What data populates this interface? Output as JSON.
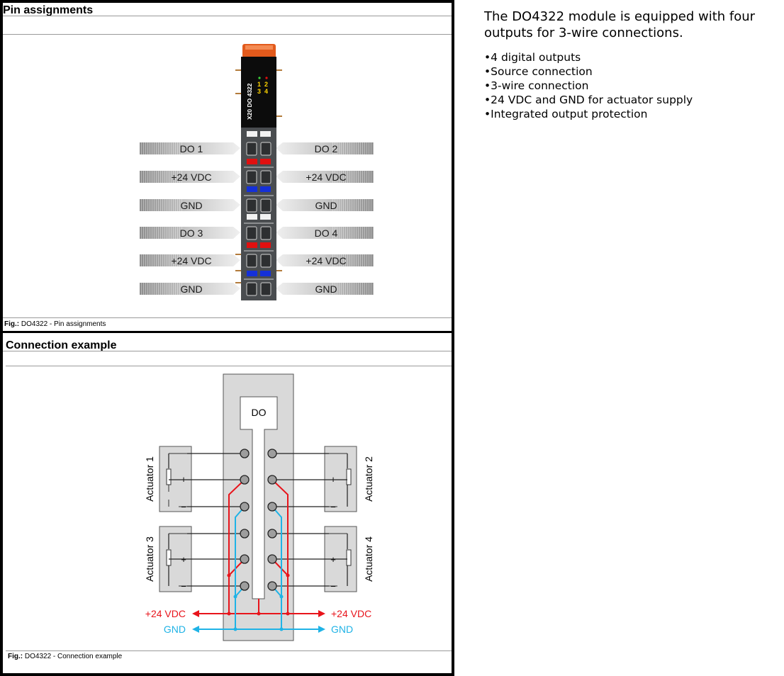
{
  "pin_assignments": {
    "title": "Pin assignments",
    "module_label": "X20 DO 4322",
    "led_labels": [
      "1",
      "2",
      "3",
      "4"
    ],
    "left_labels": [
      "DO 1",
      "+24 VDC",
      "GND",
      "DO 3",
      "+24 VDC",
      "GND"
    ],
    "right_labels": [
      "DO 2",
      "+24 VDC",
      "GND",
      "DO 4",
      "+24 VDC",
      "GND"
    ],
    "caption_prefix": "Fig.:",
    "caption_text": " DO4322 - Pin assignments"
  },
  "connection_example": {
    "title": "Connection example",
    "module_label": "DO",
    "actuators": [
      "Actuator 1",
      "Actuator 2",
      "Actuator 3",
      "Actuator 4"
    ],
    "plus": "+",
    "minus": "−",
    "supply_label": "+24 VDC",
    "gnd_label": "GND",
    "caption_prefix": "Fig.:",
    "caption_text": " DO4322 - Connection example"
  },
  "description": {
    "intro": "The DO4322 module is equipped with four outputs for 3-wire connections.",
    "features": [
      "4 digital outputs",
      "Source connection",
      "3-wire connection",
      "24 VDC and GND for actuator supply",
      "Integrated output protection"
    ]
  },
  "colors": {
    "supply": "#e8141b",
    "gnd": "#1fb3e6",
    "terminal_red": "#e01010",
    "terminal_blue": "#1530d8"
  }
}
